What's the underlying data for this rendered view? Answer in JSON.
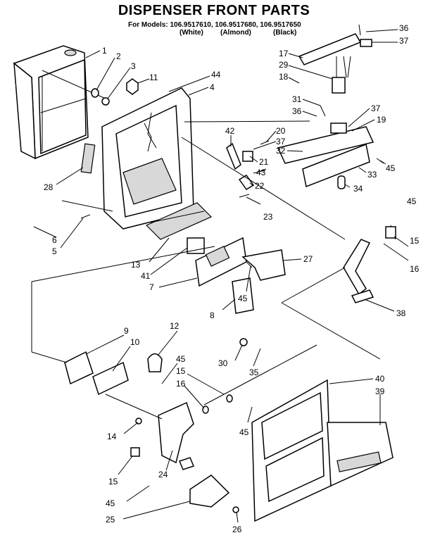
{
  "header": {
    "title": "DISPENSER FRONT PARTS",
    "models_line": "For Models: 106.9517610, 106.9517680, 106.9517650",
    "colors": [
      "(White)",
      "(Almond)",
      "(Black)"
    ]
  },
  "callouts": [
    "1",
    "2",
    "3",
    "11",
    "44",
    "4",
    "36",
    "37",
    "17",
    "29",
    "18",
    "31",
    "36",
    "37",
    "19",
    "20",
    "37",
    "42",
    "21",
    "43",
    "32",
    "22",
    "45",
    "33",
    "34",
    "23",
    "45",
    "28",
    "6",
    "5",
    "15",
    "16",
    "13",
    "41",
    "7",
    "27",
    "45",
    "8",
    "38",
    "9",
    "12",
    "10",
    "45",
    "30",
    "35",
    "15",
    "16",
    "40",
    "39",
    "14",
    "45",
    "15",
    "24",
    "45",
    "25",
    "26"
  ]
}
